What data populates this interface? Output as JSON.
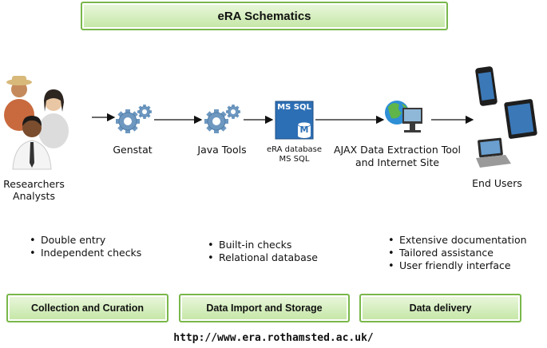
{
  "title": "eRA Schematics",
  "nodes": {
    "researchers": {
      "line1": "Researchers",
      "line2": "Analysts"
    },
    "genstat": {
      "label": "Genstat"
    },
    "java_tools": {
      "label": "Java Tools"
    },
    "database": {
      "badge": "MS SQL",
      "glyph": "M",
      "line1": "eRA database",
      "line2": "MS SQL"
    },
    "ajax": {
      "line1": "AJAX Data Extraction Tool",
      "line2": "and Internet Site"
    },
    "end_users": {
      "label": "End Users"
    }
  },
  "bullets": {
    "collection": [
      "Double entry",
      "Independent checks"
    ],
    "import": [
      "Built-in checks",
      "Relational database"
    ],
    "delivery": [
      "Extensive documentation",
      "Tailored assistance",
      "User friendly interface"
    ]
  },
  "phases": {
    "collection": "Collection and Curation",
    "import": "Data Import and Storage",
    "delivery": "Data delivery"
  },
  "url": "http://www.era.rothamsted.ac.uk/",
  "icons": {
    "people": "people-icon",
    "gear": "gear-icon",
    "database": "database-icon",
    "globe_computer": "globe-computer-icon",
    "devices": "devices-icon"
  },
  "colors": {
    "box_border": "#79b74a",
    "box_fill_top": "#eaf7dd",
    "box_fill_bottom": "#c4e6a5",
    "gear": "#6e98c0",
    "database": "#2d6fb5"
  }
}
